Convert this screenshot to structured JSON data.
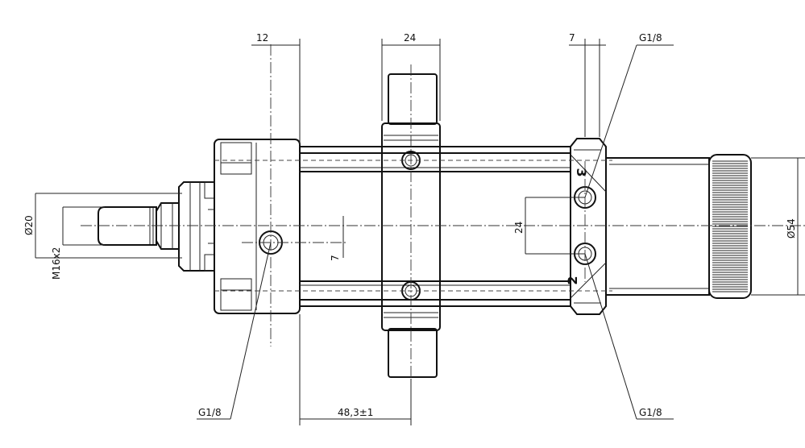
{
  "drawing": {
    "dimensions": {
      "top_12": "12",
      "top_24": "24",
      "top_7": "7",
      "port_g18_top": "G1/8",
      "dia_20": "Ø20",
      "thread_m16": "M16x2",
      "offset_7": "7",
      "port_spacing_24": "24",
      "dia_54": "Ø54",
      "port_g18_left": "G1/8",
      "length_48_3": "48,3±1",
      "port_g18_bottom": "G1/8"
    },
    "port_numbers": {
      "port_3": "3",
      "port_2": "2"
    }
  }
}
